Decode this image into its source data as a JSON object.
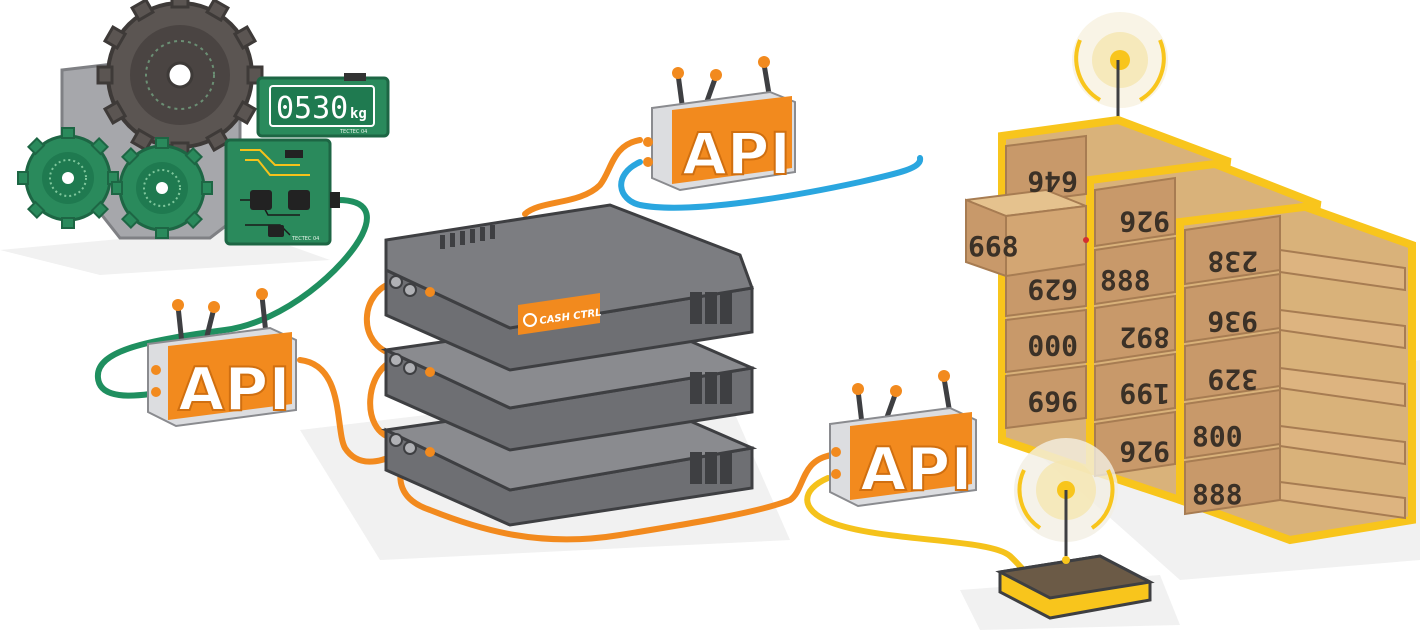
{
  "api_gateways": [
    {
      "label": "API"
    },
    {
      "label": "API"
    },
    {
      "label": "API"
    }
  ],
  "server": {
    "brand": "CASH CTRL"
  },
  "scale": {
    "reading": "0530",
    "unit": "kg",
    "maker": "TECTEC 04"
  },
  "circuit_board": {
    "maker": "TECTEC 04"
  },
  "warehouse_boxes": {
    "front_column": [
      "646",
      "668",
      "629",
      "000",
      "969"
    ],
    "middle_column": [
      "926",
      "888",
      "892",
      "199",
      "926"
    ],
    "back_column": [
      "238",
      "936",
      "329",
      "800",
      "888"
    ]
  },
  "colors": {
    "api_orange": "#f28a1e",
    "cable_orange": "#f28a1e",
    "cable_blue": "#2aa6df",
    "cable_green": "#1f8f5f",
    "cable_yellow": "#f5c21b",
    "server_gray": "#6e6f73",
    "gear_green": "#2a8a5c",
    "rack_yellow": "#f8c51c",
    "box_brown": "#caa070"
  }
}
